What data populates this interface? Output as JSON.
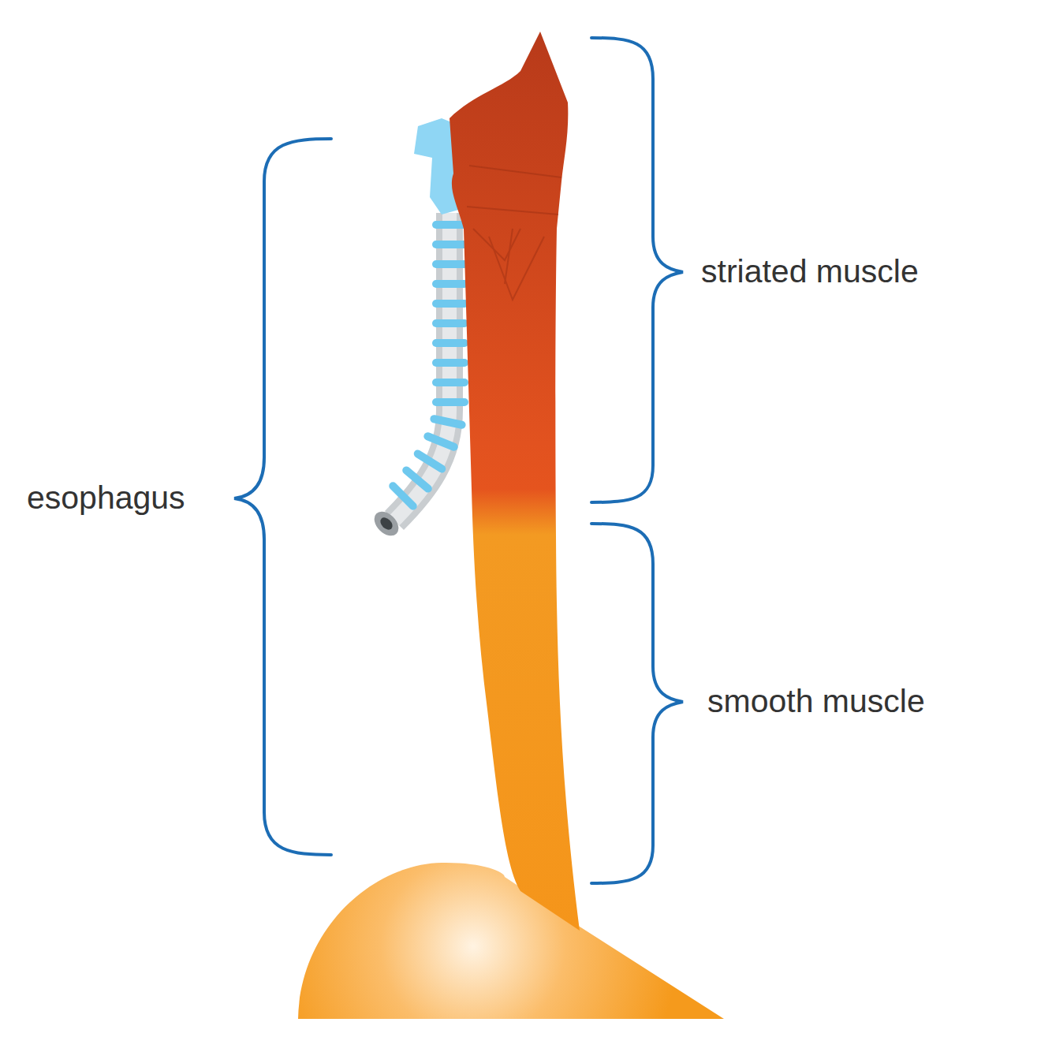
{
  "diagram": {
    "labels": [
      "esophagus",
      "striated muscle",
      "smooth muscle"
    ]
  }
}
